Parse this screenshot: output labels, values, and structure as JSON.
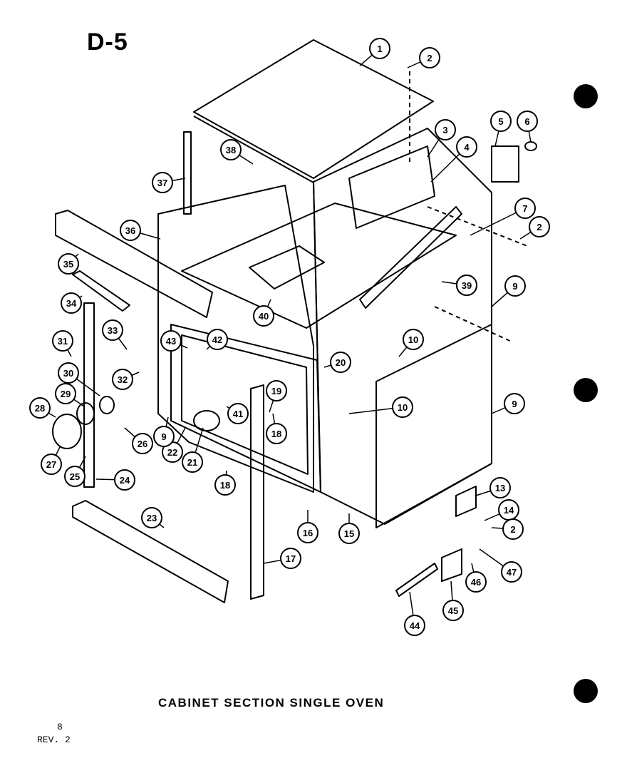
{
  "header": {
    "code": "D-5"
  },
  "caption": "CABINET SECTION SINGLE OVEN",
  "footer": {
    "page": "8",
    "revision": "REV. 2"
  },
  "callouts": [
    "1",
    "2",
    "3",
    "4",
    "5",
    "6",
    "7",
    "2",
    "38",
    "9",
    "10",
    "20",
    "10",
    "9",
    "13",
    "14",
    "2",
    "47",
    "46",
    "45",
    "44",
    "15",
    "16",
    "17",
    "18",
    "19",
    "18",
    "41",
    "42",
    "43",
    "21",
    "22",
    "9",
    "26",
    "24",
    "25",
    "27",
    "28",
    "29",
    "30",
    "31",
    "32",
    "33",
    "34",
    "35",
    "36",
    "37",
    "38",
    "40",
    "23",
    "39"
  ],
  "icons": [
    "binder-hole-icon"
  ]
}
